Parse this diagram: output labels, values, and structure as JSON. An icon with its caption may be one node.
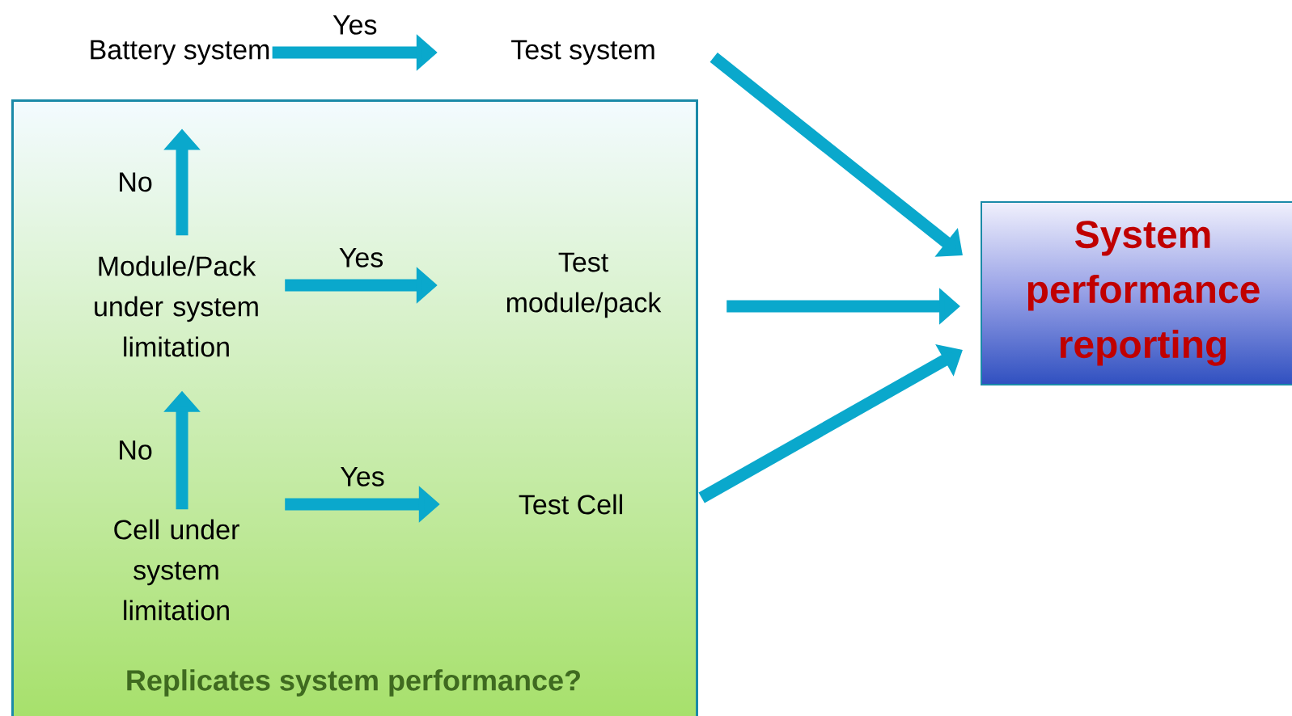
{
  "diagram": {
    "nodes": [
      {
        "text": [
          "Battery system"
        ]
      },
      {
        "text": [
          "Test system"
        ]
      },
      {
        "text": [
          "Replicates system performance?"
        ]
      },
      {
        "text": [
          "Module/Pack under system limitation"
        ],
        "in": 2
      },
      {
        "text": [
          "Test module/pack"
        ],
        "in": 2
      },
      {
        "text": [
          "Cell under system limitation"
        ],
        "in": 2
      },
      {
        "text": [
          "Test Cell"
        ],
        "in": 2
      },
      {
        "text": [
          "System performance reporting"
        ]
      }
    ],
    "edges": [
      {
        "from": 0,
        "to": 1,
        "arrow": "to",
        "label": "Yes"
      },
      {
        "from": 3,
        "to": 0,
        "arrow": "to",
        "label": "No"
      },
      {
        "from": 3,
        "to": 4,
        "arrow": "to",
        "label": "Yes"
      },
      {
        "from": 5,
        "to": 3,
        "arrow": "to",
        "label": "No"
      },
      {
        "from": 5,
        "to": 6,
        "arrow": "to",
        "label": "Yes"
      },
      {
        "from": 1,
        "to": 7,
        "arrow": "to"
      },
      {
        "from": 4,
        "to": 7,
        "arrow": "to"
      },
      {
        "from": 6,
        "to": 7,
        "arrow": "to"
      }
    ]
  }
}
